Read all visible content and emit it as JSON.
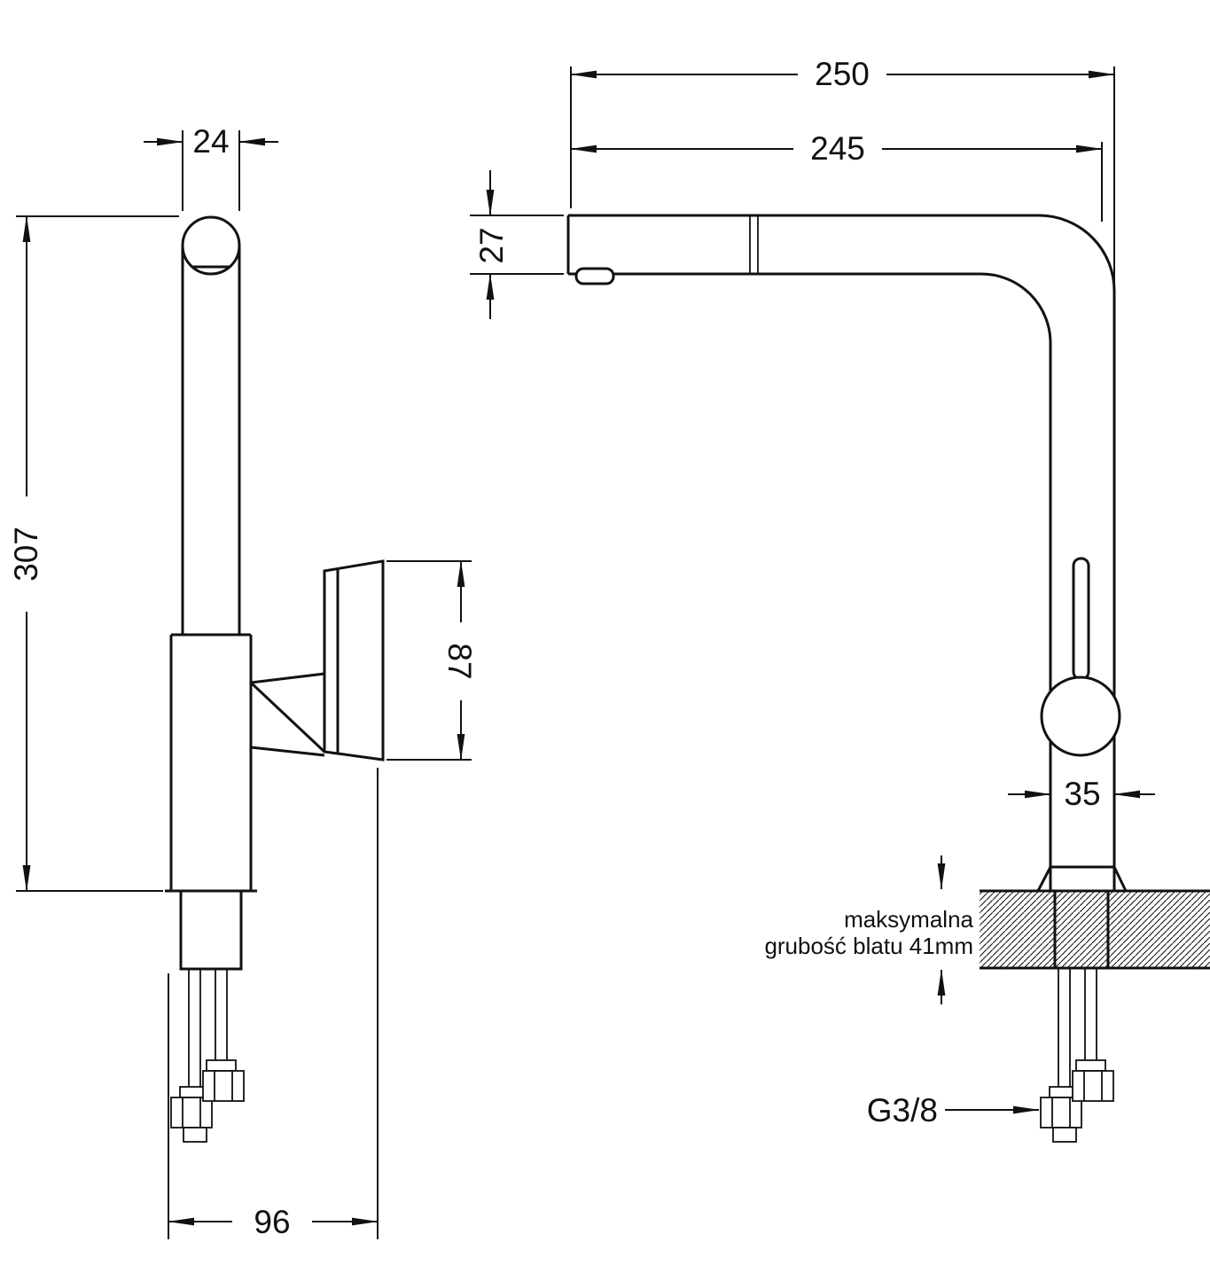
{
  "dimensions": {
    "spout_tube_width": "24",
    "total_height": "307",
    "handle_length": "87",
    "base_depth": "96",
    "total_reach": "250",
    "spout_reach": "245",
    "spout_height": "27",
    "body_diameter": "35"
  },
  "labels": {
    "thread_size": "G3/8",
    "countertop_note_line1": "maksymalna",
    "countertop_note_line2": "grubość blatu 41mm"
  },
  "colors": {
    "line": "#111111",
    "background": "#ffffff"
  }
}
